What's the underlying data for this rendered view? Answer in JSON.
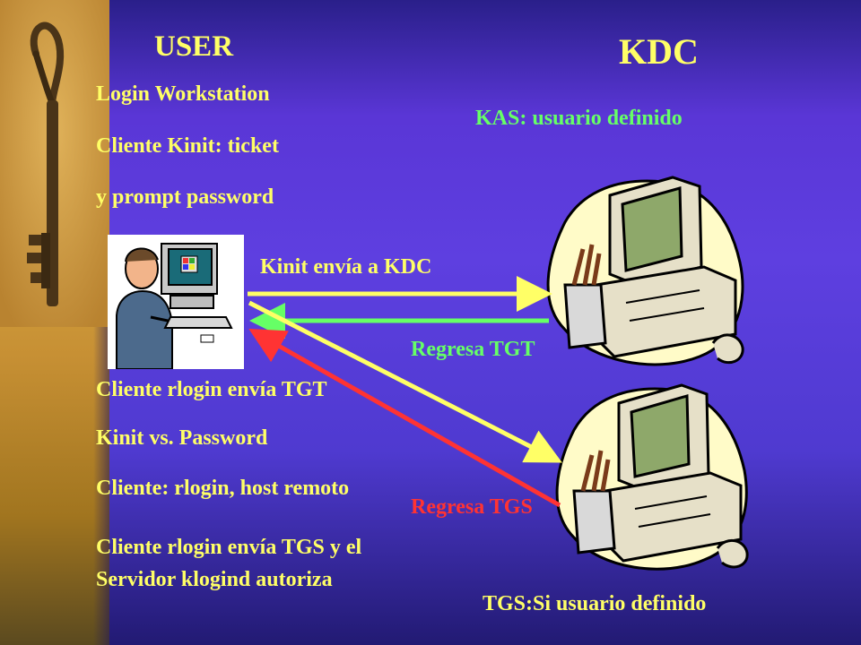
{
  "user": {
    "title": "USER",
    "steps": [
      "Login Workstation",
      "Cliente Kinit: ticket",
      "y prompt password",
      "Cliente rlogin envía TGT",
      "Kinit vs. Password",
      "Cliente: rlogin, host remoto",
      "Cliente rlogin envía TGS y el",
      "Servidor klogind autoriza"
    ]
  },
  "kdc": {
    "title": "KDC",
    "kas_label": "KAS: usuario definido",
    "tgs_label": "TGS:Si usuario definido"
  },
  "arrows": {
    "kinit_send": "Kinit envía a KDC",
    "return_tgt": "Regresa TGT",
    "return_tgs": "Regresa TGS"
  },
  "colors": {
    "yellow": "#ffff66",
    "green": "#66ff66",
    "red": "#ff3333",
    "background": "#5e3fe0"
  },
  "icons": [
    "key-icon",
    "user-computer-icon",
    "server-computer-icon"
  ]
}
